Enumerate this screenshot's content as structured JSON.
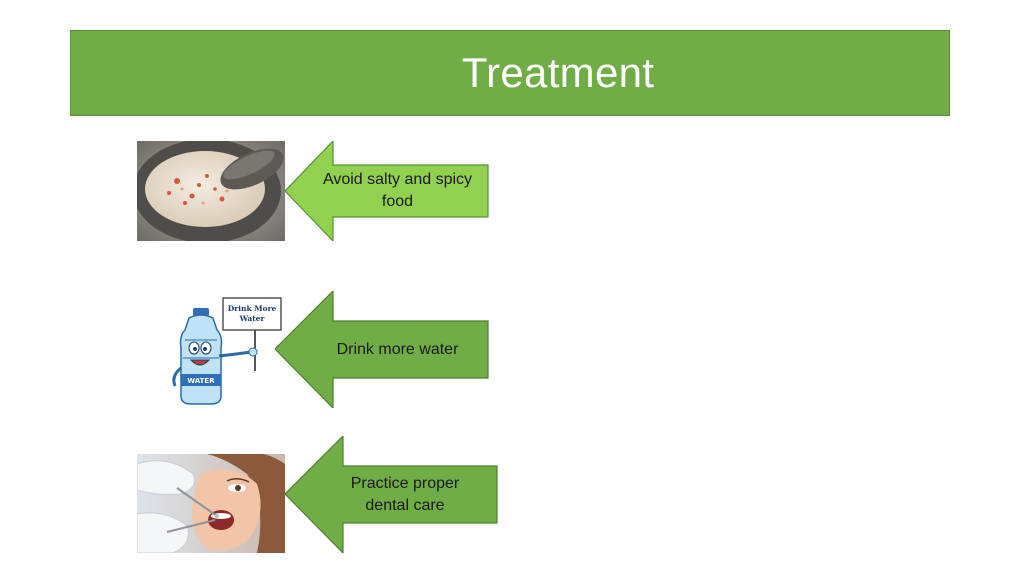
{
  "title": "Treatment",
  "colors": {
    "title_bar": "#70ad47",
    "arrow_light": "#92d050",
    "arrow_mid": "#70ad47"
  },
  "items": [
    {
      "label": "Avoid salty and spicy food",
      "image": "mortar-with-salt-and-chili"
    },
    {
      "label": "Drink more water",
      "image": "cartoon-water-bottle",
      "sign_text": "Drink More Water",
      "bottle_label": "WATER"
    },
    {
      "label": "Practice proper dental care",
      "image": "dentist-examining-patient"
    }
  ]
}
